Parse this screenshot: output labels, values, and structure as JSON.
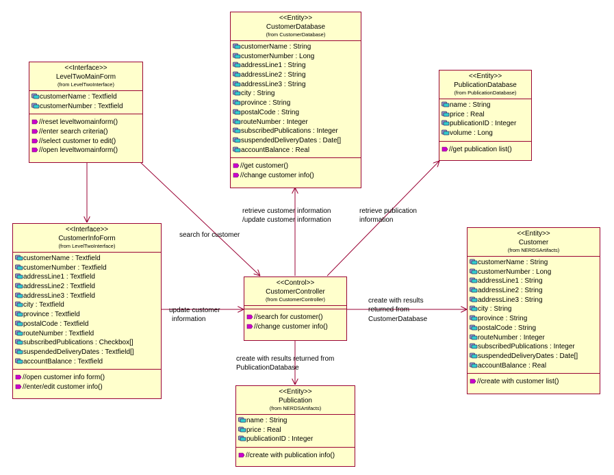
{
  "classes": {
    "customerdatabase": {
      "stereotype": "<<Entity>>",
      "name": "CustomerDatabase",
      "from": "(from CustomerDatabase)",
      "attributes": [
        "customerName : String",
        "customerNumber : Long",
        "addressLine1 : String",
        "addressLine2 : String",
        "addressLine3 : String",
        "city : String",
        "province : String",
        "postalCode : String",
        "routeNumber : Integer",
        "subscribedPublications : Integer",
        "suspendedDeliveryDates : Date[]",
        "accountBalance : Real"
      ],
      "operations": [
        "//get customer()",
        "//change customer info()"
      ]
    },
    "leveltwomainform": {
      "stereotype": "<<Interface>>",
      "name": "LevelTwoMainForm",
      "from": "(from LevelTwoInterface)",
      "attributes": [
        "customerName : Textfield",
        "customerNumber : Textfield"
      ],
      "operations": [
        "//reset leveltwomainform()",
        "//enter search criteria()",
        "//select customer to edit()",
        "//open leveltwomainform()"
      ]
    },
    "publicationdatabase": {
      "stereotype": "<<Entity>>",
      "name": "PublicationDatabase",
      "from": "(from PublicationDatabase)",
      "attributes": [
        "name : String",
        "price : Real",
        "publicationID : Integer",
        "volume : Long"
      ],
      "operations": [
        "//get publication list()"
      ]
    },
    "customerinfoform": {
      "stereotype": "<<Interface>>",
      "name": "CustomerInfoForm",
      "from": "(from LevelTwoInterface)",
      "attributes": [
        "customerName : Textfield",
        "customerNumber : Textfield",
        "addressLine1 : Textfield",
        "addressLine2 : Textfield",
        "addressLine3 : Textfield",
        "city : Textfield",
        "province : Textfield",
        "postalCode : Textfield",
        "routeNumber : Textfield",
        "subscribedPublications : Checkbox[]",
        "suspendedDeliveryDates : Textfield[]",
        "accountBalance : Textfield"
      ],
      "operations": [
        "//open customer info form()",
        "//enter/edit customer info()"
      ]
    },
    "customercontroller": {
      "stereotype": "<<Control>>",
      "name": "CustomerController",
      "from": "(from CustomerController)",
      "attributes": [],
      "operations": [
        "//search for customer()",
        "//change customer info()"
      ]
    },
    "customer": {
      "stereotype": "<<Entity>>",
      "name": "Customer",
      "from": "(from NERDSArtifacts)",
      "attributes": [
        "customerName : String",
        "customerNumber : Long",
        "addressLine1 : String",
        "addressLine2 : String",
        "addressLine3 : String",
        "city : String",
        "province : String",
        "postalCode : String",
        "routeNumber : Integer",
        "subscribedPublications : Integer",
        "suspendedDeliveryDates : Date[]",
        "accountBalance : Real"
      ],
      "operations": [
        "//create with customer list()"
      ]
    },
    "publication": {
      "stereotype": "<<Entity>>",
      "name": "Publication",
      "from": "(from NERDSArtifacts)",
      "attributes": [
        "name : String",
        "price : Real",
        "publicationID : Integer"
      ],
      "operations": [
        "//create with publication info()"
      ]
    }
  },
  "labels": {
    "search": "search for customer",
    "retrieve_customer_1": "retrieve customer information",
    "retrieve_customer_2": "/update customer information",
    "retrieve_pub_1": "retrieve publication",
    "retrieve_pub_2": "information",
    "update_1": "update customer",
    "update_2": "information",
    "create_cust_1": "create with results",
    "create_cust_2": "returned from",
    "create_cust_3": "CustomerDatabase",
    "create_pub_1": "create with results returned from",
    "create_pub_2": "PublicationDatabase"
  },
  "colors": {
    "line": "#990033",
    "fill": "#ffffcc",
    "op_icon": "#cc00cc"
  }
}
